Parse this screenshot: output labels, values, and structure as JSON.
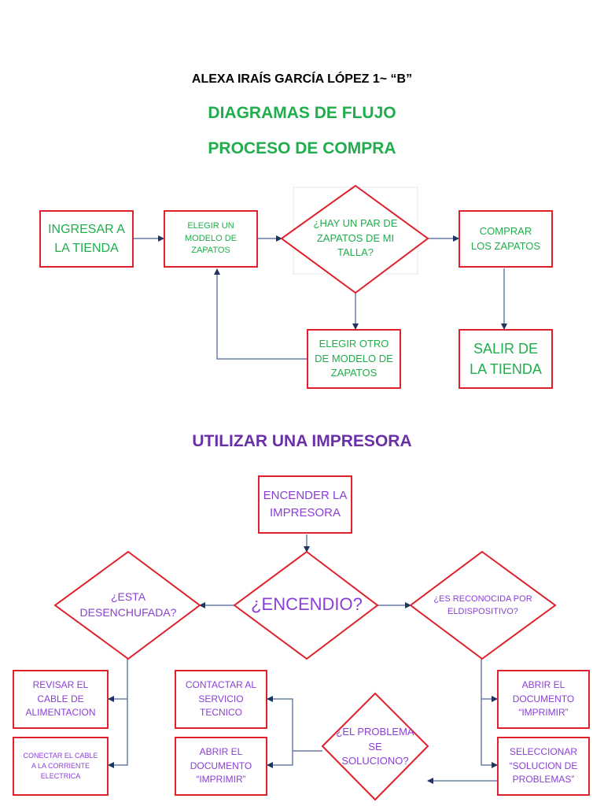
{
  "header": {
    "author": "ALEXA IRAÍS GARCÍA LÓPEZ 1~ “B”",
    "title": "DIAGRAMAS  DE  FLUJO",
    "subtitle": "PROCESO DE COMPRA"
  },
  "compra": {
    "ingresar": "INGRESAR A\nLA TIENDA",
    "elegir": "ELEGIR UN\nMODELO DE\nZAPATOS",
    "pregunta": "¿HAY UN PAR DE\nZAPATOS DE MI\nTALLA?",
    "comprar": "COMPRAR\nLOS ZAPATOS",
    "salir": "SALIR DE\nLA TIENDA",
    "otro": "ELEGIR OTRO\nDE MODELO DE\nZAPATOS"
  },
  "impresora": {
    "title": "UTILIZAR UNA IMPRESORA",
    "encender": "ENCENDER LA\nIMPRESORA",
    "encendio": "¿ENCENDIO?",
    "desenchufada": "¿ESTA\nDESENCHUFADA?",
    "reconocida": "¿ES RECONOCIDA POR\nELDISPOSITIVO?",
    "revisar": "REVISAR EL\nCABLE DE\nALIMENTACION",
    "conectar": "CONECTAR EL CABLE\nA LA CORRIENTE\nELECTRICA",
    "contactar": "CONTACTAR AL\nSERVICIO\nTECNICO",
    "abrir_izq": "ABRIR EL\nDOCUMENTO\n“IMPRIMIR”",
    "problema": "¿EL PROBLEMA SE\nSOLUCIONO?",
    "abrir_der": "ABRIR EL\nDOCUMENTO\n“IMPRIMIR”",
    "seleccionar": "SELECCIONAR\n“SOLUCION DE\nPROBLEMAS”"
  },
  "colors": {
    "border": "#e0202a",
    "green": "#1fae4b",
    "purple": "#8a3fd6",
    "purple_title": "#6b2fa8",
    "arrow": "#6a7fa8"
  }
}
